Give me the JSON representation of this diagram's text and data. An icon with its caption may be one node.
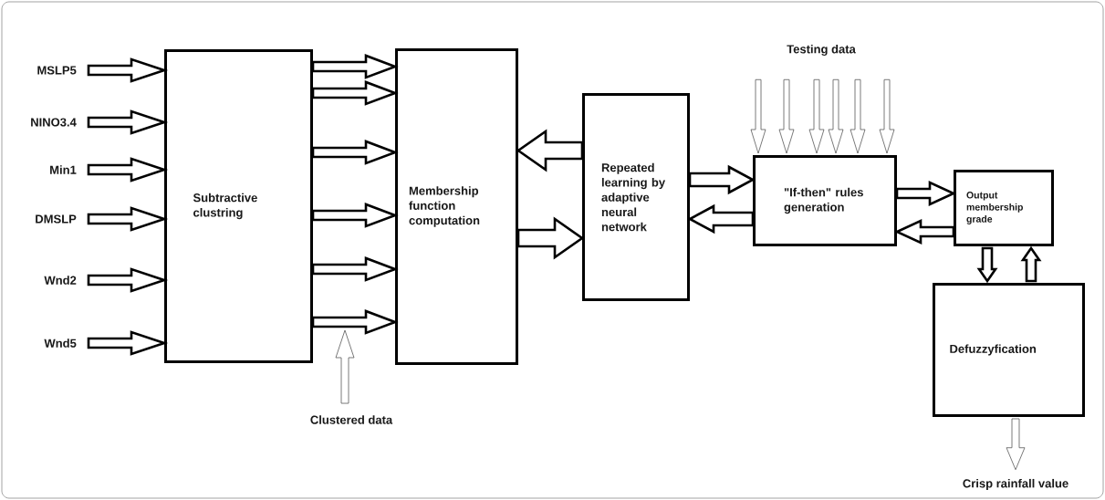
{
  "diagram": {
    "nodes": [
      {
        "text": [
          "MSLP5"
        ]
      },
      {
        "text": [
          "NINO3.4"
        ]
      },
      {
        "text": [
          "Min1"
        ]
      },
      {
        "text": [
          "DMSLP"
        ]
      },
      {
        "text": [
          "Wnd2"
        ]
      },
      {
        "text": [
          "Wnd5"
        ]
      },
      {
        "text": [
          "Subtractive clustring"
        ]
      },
      {
        "text": [
          "Membership function computation"
        ]
      },
      {
        "text": [
          "Repeated learning by adaptive neural network"
        ]
      },
      {
        "text": [
          "\"If-then\" rules generation"
        ]
      },
      {
        "text": [
          "Output membership grade"
        ]
      },
      {
        "text": [
          "Defuzzyfication"
        ]
      },
      {
        "text": [
          "Clustered data"
        ]
      },
      {
        "text": [
          "Testing data"
        ]
      },
      {
        "text": [
          "Crisp rainfall value"
        ]
      }
    ],
    "edges": [
      {
        "from": 0,
        "to": 6,
        "arrow": "to",
        "style": "thick"
      },
      {
        "from": 1,
        "to": 6,
        "arrow": "to",
        "style": "thick"
      },
      {
        "from": 2,
        "to": 6,
        "arrow": "to",
        "style": "thick"
      },
      {
        "from": 3,
        "to": 6,
        "arrow": "to",
        "style": "thick"
      },
      {
        "from": 4,
        "to": 6,
        "arrow": "to",
        "style": "thick"
      },
      {
        "from": 5,
        "to": 6,
        "arrow": "to",
        "style": "thick"
      },
      {
        "from": 6,
        "to": 7,
        "arrow": "to",
        "style": "thick"
      },
      {
        "from": 6,
        "to": 7,
        "arrow": "to",
        "style": "thick"
      },
      {
        "from": 6,
        "to": 7,
        "arrow": "to",
        "style": "thick"
      },
      {
        "from": 6,
        "to": 7,
        "arrow": "to",
        "style": "thick"
      },
      {
        "from": 6,
        "to": 7,
        "arrow": "to",
        "style": "thick"
      },
      {
        "from": 6,
        "to": 7,
        "arrow": "to",
        "style": "thick"
      },
      {
        "from": 8,
        "to": 7,
        "arrow": "to",
        "style": "thick"
      },
      {
        "from": 7,
        "to": 8,
        "arrow": "to",
        "style": "thick"
      },
      {
        "from": 8,
        "to": 9,
        "arrow": "to",
        "style": "thick"
      },
      {
        "from": 9,
        "to": 8,
        "arrow": "to",
        "style": "thick"
      },
      {
        "from": 9,
        "to": 10,
        "arrow": "to",
        "style": "thick"
      },
      {
        "from": 10,
        "to": 9,
        "arrow": "to",
        "style": "thick"
      },
      {
        "from": 10,
        "to": 11,
        "arrow": "to",
        "style": "thick"
      },
      {
        "from": 11,
        "to": 10,
        "arrow": "to",
        "style": "thick"
      },
      {
        "from": 11,
        "to": 14,
        "arrow": "to"
      },
      {
        "from": 12,
        "to": null,
        "arrow": "to"
      },
      {
        "from": 13,
        "to": 9,
        "arrow": "to"
      },
      {
        "from": 13,
        "to": 9,
        "arrow": "to"
      },
      {
        "from": 13,
        "to": 9,
        "arrow": "to"
      },
      {
        "from": 13,
        "to": 9,
        "arrow": "to"
      },
      {
        "from": 13,
        "to": 9,
        "arrow": "to"
      },
      {
        "from": 13,
        "to": 9,
        "arrow": "to"
      }
    ]
  }
}
